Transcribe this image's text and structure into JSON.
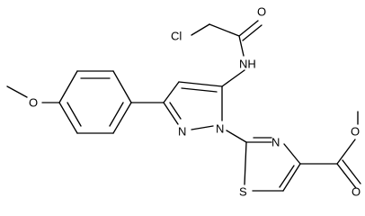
{
  "molecule": {
    "atoms": {
      "cl": "Cl",
      "o_amide": "O",
      "nh": "NH",
      "o_methoxy": "O",
      "n_pyrazole": "N",
      "n_pyrazole_substituted": "N",
      "n_thiazole": "N",
      "s_thiazole": "S",
      "o_ester_carbonyl": "O",
      "o_ester": "O"
    }
  }
}
